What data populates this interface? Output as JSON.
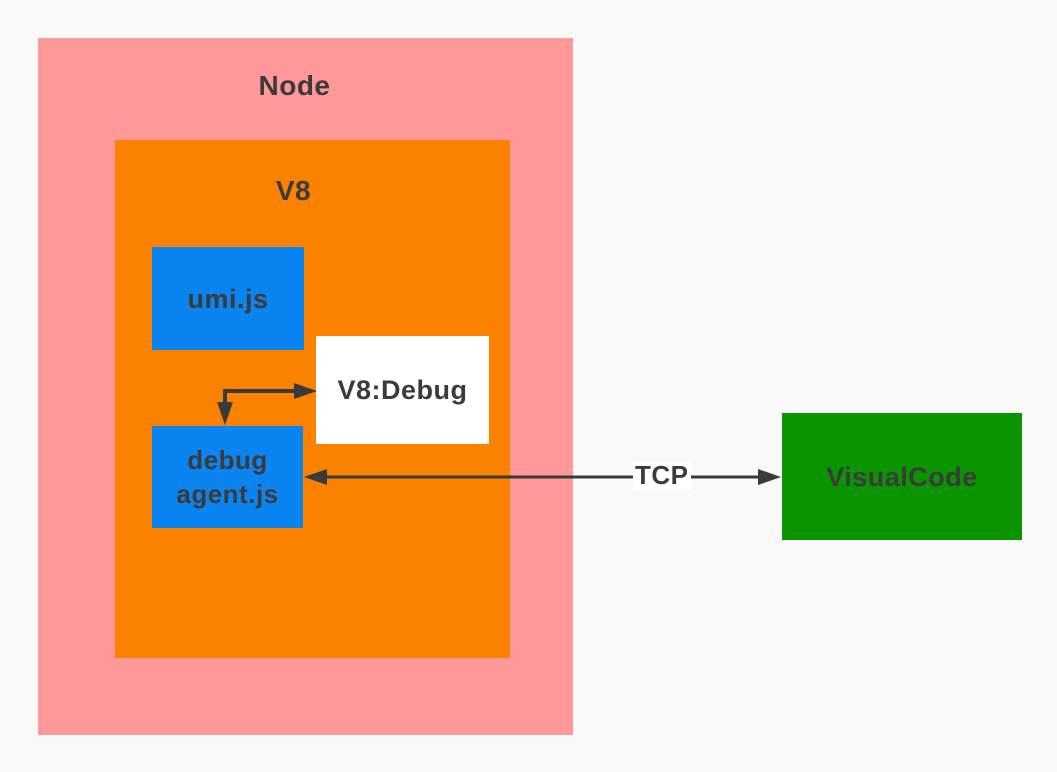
{
  "colors": {
    "canvas-bg": "#f9f9f9",
    "node-fill": "#ff9899",
    "v8-fill": "#fa8200",
    "module-fill": "#0a84f0",
    "v8debug-fill": "#ffffff",
    "visualcode-fill": "#0a9400",
    "label-text": "#3b3b3b",
    "connector": "#3a3a3a"
  },
  "diagram": {
    "nodes": {
      "node_container": {
        "label": "Node"
      },
      "v8_container": {
        "label": "V8"
      },
      "umi": {
        "label": "umi.js"
      },
      "v8_debug": {
        "label": "V8:Debug"
      },
      "debug_agent": {
        "lines": [
          "debug",
          "agent.js"
        ]
      },
      "visualcode": {
        "label": "VisualCode"
      }
    },
    "edges": {
      "agent_to_v8debug": {
        "type": "elbow",
        "from": "debug_agent",
        "to": "v8_debug",
        "arrows": "both-ends"
      },
      "agent_to_visualcode": {
        "type": "straight",
        "from": "debug_agent",
        "to": "visualcode",
        "arrows": "both-ends",
        "label": "TCP"
      }
    }
  }
}
